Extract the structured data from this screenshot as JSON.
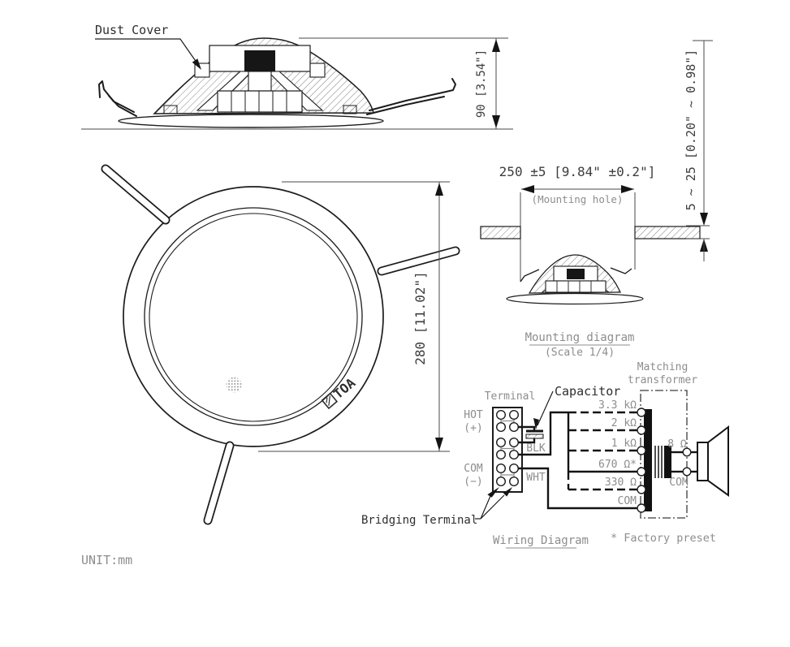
{
  "unit_note": "UNIT:mm",
  "side_view": {
    "dust_cover_label": "Dust Cover",
    "height_dim": "90 [3.54\"]"
  },
  "front_view": {
    "diameter_dim": "280 [11.02\"]",
    "brand": "TOA"
  },
  "mounting_view": {
    "hole_dim": "250 ±5 [9.84\" ±0.2\"]",
    "hole_note": "(Mounting hole)",
    "ceiling_thickness_dim": "5 ~ 25 [0.20\" ~ 0.98\"]",
    "caption": "Mounting diagram",
    "scale_note": "(Scale 1/4)"
  },
  "wiring_view": {
    "caption": "Wiring Diagram",
    "terminal_label": "Terminal",
    "capacitor_label": "Capacitor",
    "bridging_terminal_label": "Bridging Terminal",
    "hot_line1": "HOT",
    "hot_line2": "(+)",
    "com_line1": "COM",
    "com_line2": "(−)",
    "blk_label": "BLK",
    "wht_label": "WHT",
    "transformer_line1": "Matching",
    "transformer_line2": "transformer",
    "taps": [
      "3.3 kΩ",
      "2 kΩ",
      "1 kΩ",
      "670 Ω*",
      "330 Ω",
      "COM"
    ],
    "secondary_top": "8 Ω",
    "secondary_bottom": "COM",
    "footnote": "* Factory preset"
  },
  "colors": {
    "line": "#1c1c1c",
    "muted_text": "#8d8d8d",
    "dark_text": "#2e2e2e"
  }
}
